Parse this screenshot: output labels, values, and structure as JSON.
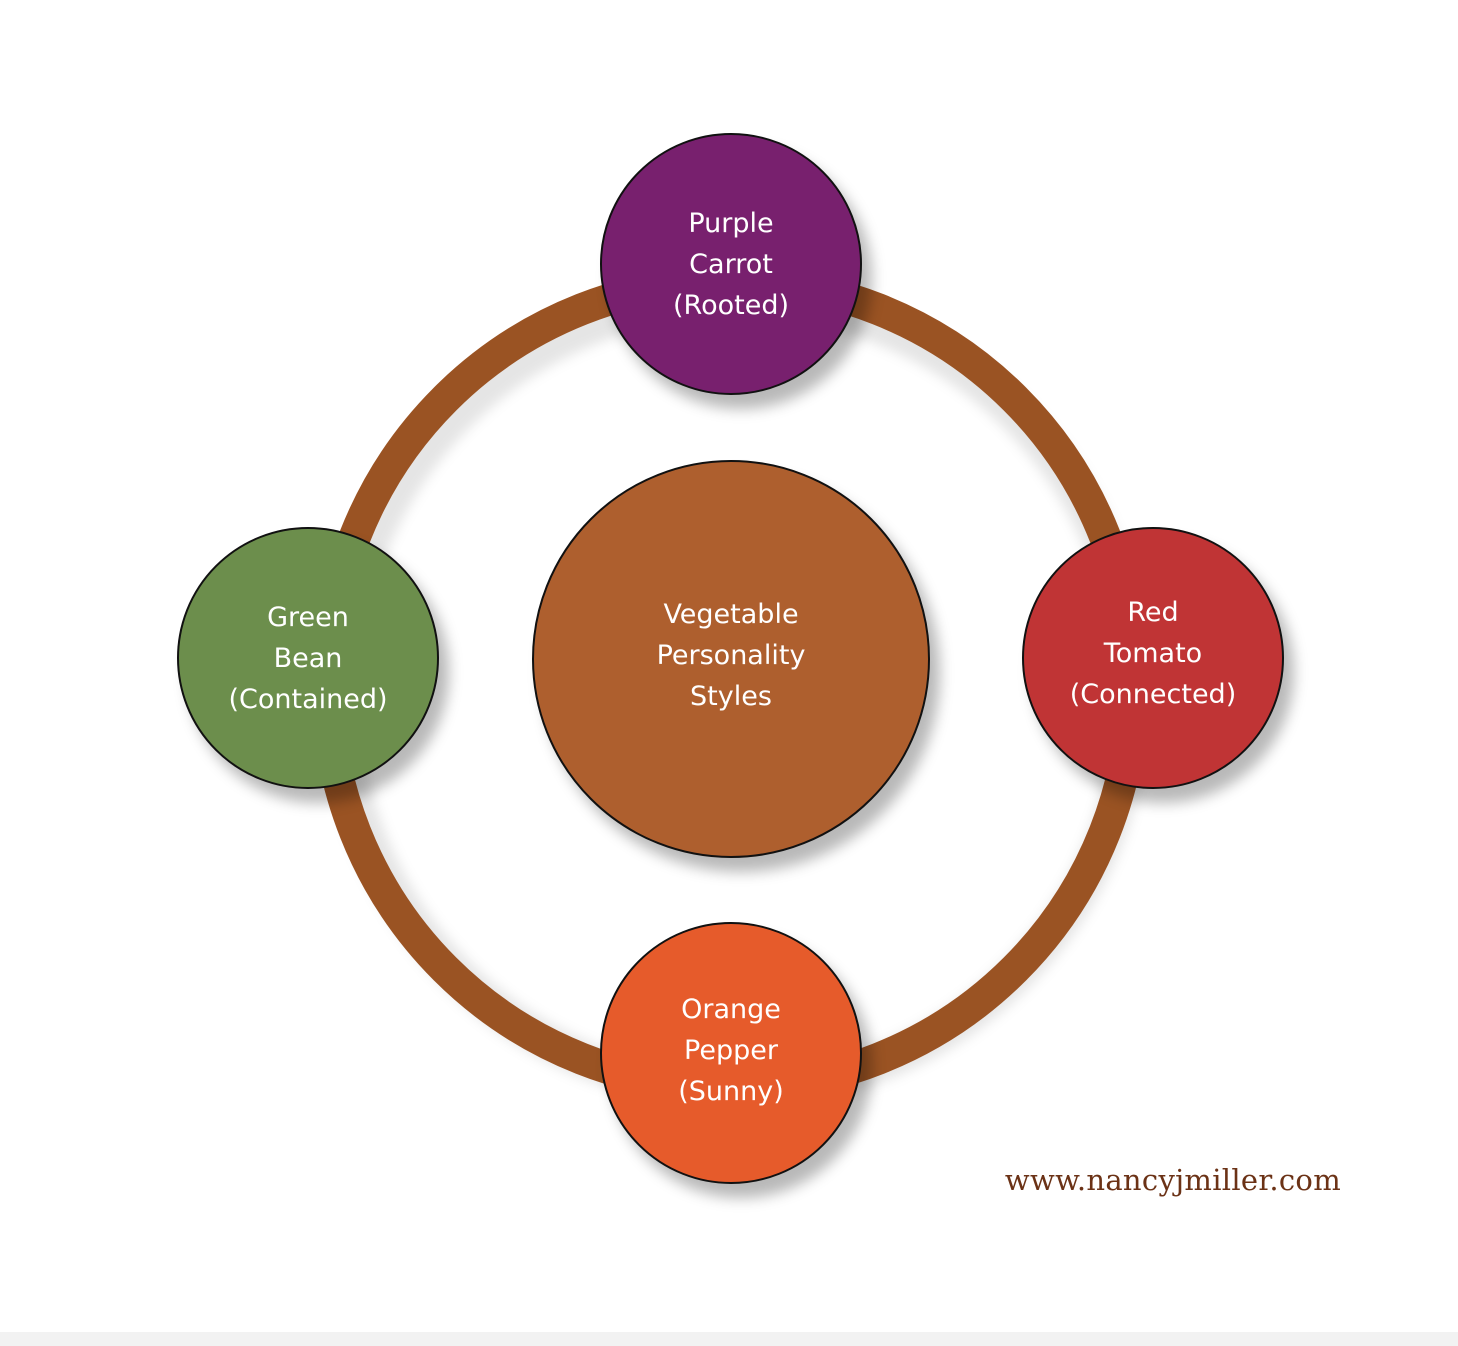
{
  "center": {
    "line1": "Vegetable",
    "line2": "Personality",
    "line3": "Styles",
    "color": "#ae5f2e"
  },
  "nodes": {
    "top": {
      "line1": "Purple",
      "line2": "Carrot",
      "line3": "(Rooted)",
      "color": "#78206e"
    },
    "left": {
      "line1": "Green",
      "line2": "Bean",
      "line3": "(Contained)",
      "color": "#6c8e4c"
    },
    "right": {
      "line1": "Red",
      "line2": "Tomato",
      "line3": "(Connected)",
      "color": "#c03435"
    },
    "bottom": {
      "line1": "Orange",
      "line2": "Pepper",
      "line3": "(Sunny)",
      "color": "#e65b2b"
    }
  },
  "ring_color": "#9a5323",
  "website": "www.nancyjmiller.com",
  "website_color": "#6b3216"
}
